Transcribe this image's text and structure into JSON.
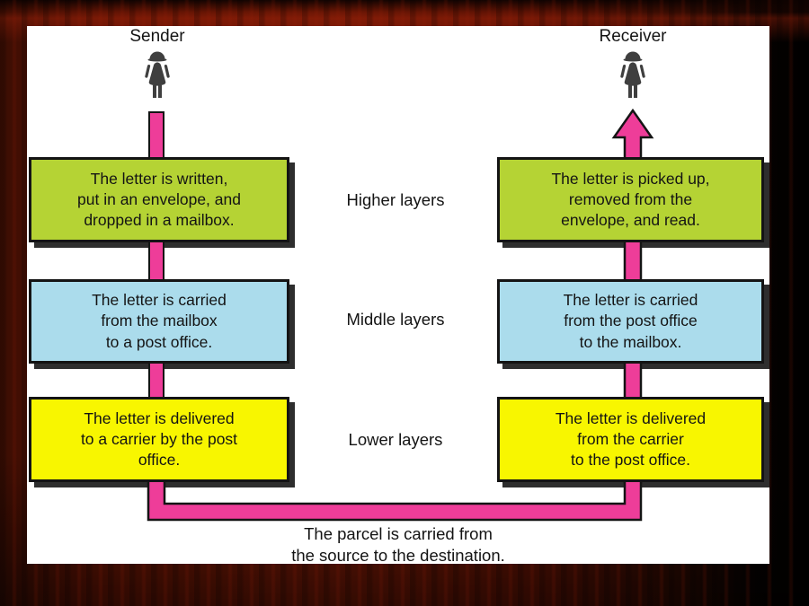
{
  "slide": {
    "sender_label": "Sender",
    "receiver_label": "Receiver",
    "rows": [
      {
        "layer_label": "Higher layers",
        "box_color": "#b5d334",
        "sender_text": "The letter is written,\nput in an envelope, and\ndropped in a mailbox.",
        "receiver_text": "The letter is picked up,\nremoved from the\nenvelope, and read."
      },
      {
        "layer_label": "Middle layers",
        "box_color": "#abdcec",
        "sender_text": "The letter is carried\nfrom the mailbox\nto a post office.",
        "receiver_text": "The letter is carried\nfrom the post office\nto the mailbox."
      },
      {
        "layer_label": "Lower layers",
        "box_color": "#f8f600",
        "sender_text": "The letter is delivered\nto a carrier by the post\noffice.",
        "receiver_text": "The letter is delivered\nfrom the carrier\nto the post office."
      }
    ],
    "caption": "The parcel is carried from\nthe source to the destination.",
    "colors": {
      "pipe_pink": "#ee3d99",
      "box_border": "#141414",
      "shadow": "#2e2e2e",
      "person_gray": "#3f3f3f",
      "panel_white": "#ffffff",
      "text": "#141414"
    }
  }
}
